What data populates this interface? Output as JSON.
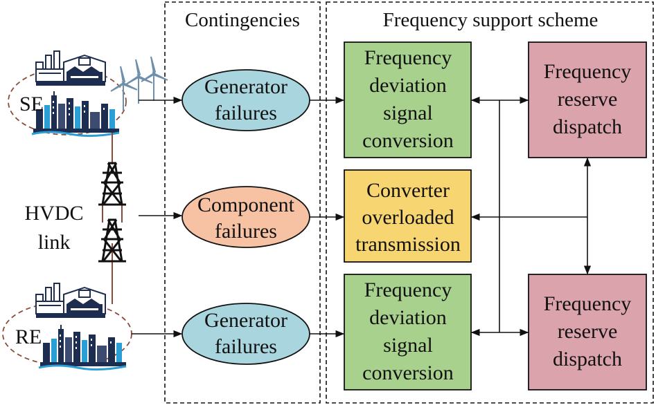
{
  "sections": {
    "contingencies": "Contingencies",
    "scheme": "Frequency support scheme"
  },
  "grid": {
    "se": "SE",
    "re": "RE",
    "hvdc": [
      "HVDC",
      "link"
    ]
  },
  "contingencies": {
    "top": [
      "Generator",
      "failures"
    ],
    "middle": [
      "Component",
      "failures"
    ],
    "bottom": [
      "Generator",
      "failures"
    ]
  },
  "scheme": {
    "top": [
      "Frequency",
      "deviation",
      "signal",
      "conversion"
    ],
    "middle": [
      "Converter",
      "overloaded",
      "transmission"
    ],
    "bottom": [
      "Frequency",
      "deviation",
      "signal",
      "conversion"
    ]
  },
  "reserve": {
    "top": [
      "Frequency",
      "reserve",
      "dispatch"
    ],
    "bottom": [
      "Frequency",
      "reserve",
      "dispatch"
    ]
  },
  "colors": {
    "blue_ellipse": "#a9d5de",
    "orange_ellipse": "#f6c2a3",
    "green_box": "#a9d18e",
    "yellow_box": "#f7d571",
    "pink_box": "#dba3ac",
    "dashed_ellipse": "#8a4a3a"
  }
}
